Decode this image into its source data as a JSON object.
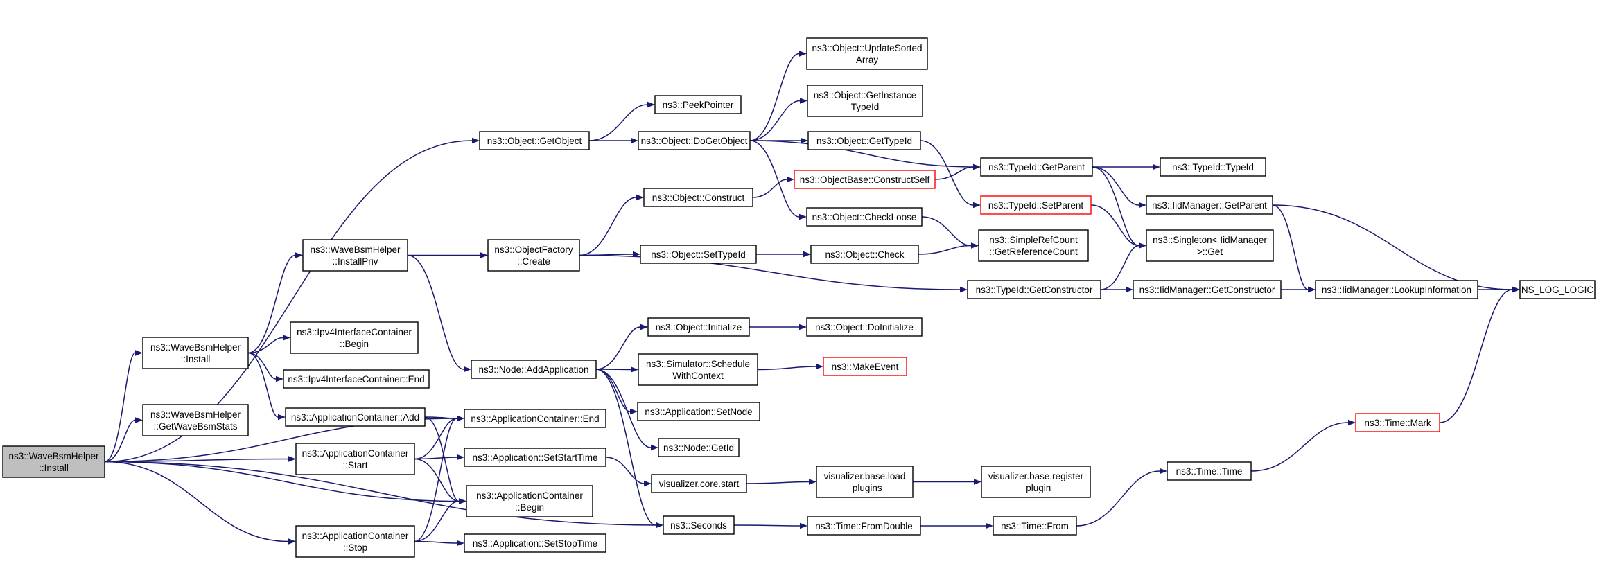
{
  "nodes": [
    {
      "id": "root",
      "lines": [
        "ns3::WaveBsmHelper",
        "::Install"
      ],
      "style": "root"
    },
    {
      "id": "wbh_install",
      "lines": [
        "ns3::WaveBsmHelper",
        "::Install"
      ]
    },
    {
      "id": "wbh_getstats",
      "lines": [
        "ns3::WaveBsmHelper",
        "::GetWaveBsmStats"
      ]
    },
    {
      "id": "ac_start",
      "lines": [
        "ns3::ApplicationContainer",
        "::Start"
      ]
    },
    {
      "id": "ac_stop",
      "lines": [
        "ns3::ApplicationContainer",
        "::Stop"
      ]
    },
    {
      "id": "obj_getobject",
      "lines": [
        "ns3::Object::GetObject"
      ]
    },
    {
      "id": "wbh_installpriv",
      "lines": [
        "ns3::WaveBsmHelper",
        "::InstallPriv"
      ]
    },
    {
      "id": "ipv4_begin",
      "lines": [
        "ns3::Ipv4InterfaceContainer",
        "::Begin"
      ]
    },
    {
      "id": "ipv4_end",
      "lines": [
        "ns3::Ipv4InterfaceContainer::End"
      ]
    },
    {
      "id": "ac_add",
      "lines": [
        "ns3::ApplicationContainer::Add"
      ]
    },
    {
      "id": "ac_end",
      "lines": [
        "ns3::ApplicationContainer::End"
      ]
    },
    {
      "id": "ac_begin",
      "lines": [
        "ns3::ApplicationContainer",
        "::Begin"
      ]
    },
    {
      "id": "app_setstart",
      "lines": [
        "ns3::Application::SetStartTime"
      ]
    },
    {
      "id": "app_setstop",
      "lines": [
        "ns3::Application::SetStopTime"
      ]
    },
    {
      "id": "seconds",
      "lines": [
        "ns3::Seconds"
      ]
    },
    {
      "id": "objfactory_create",
      "lines": [
        "ns3::ObjectFactory",
        "::Create"
      ]
    },
    {
      "id": "node_addapp",
      "lines": [
        "ns3::Node::AddApplication"
      ]
    },
    {
      "id": "peekpointer",
      "lines": [
        "ns3::PeekPointer"
      ]
    },
    {
      "id": "obj_dogetobject",
      "lines": [
        "ns3::Object::DoGetObject"
      ]
    },
    {
      "id": "obj_construct",
      "lines": [
        "ns3::Object::Construct"
      ]
    },
    {
      "id": "obj_settypeid",
      "lines": [
        "ns3::Object::SetTypeId"
      ]
    },
    {
      "id": "obj_initialize",
      "lines": [
        "ns3::Object::Initialize"
      ]
    },
    {
      "id": "sim_schedule",
      "lines": [
        "ns3::Simulator::Schedule",
        "WithContext"
      ]
    },
    {
      "id": "app_setnode",
      "lines": [
        "ns3::Application::SetNode"
      ]
    },
    {
      "id": "node_getid",
      "lines": [
        "ns3::Node::GetId"
      ]
    },
    {
      "id": "viz_start",
      "lines": [
        "visualizer.core.start"
      ]
    },
    {
      "id": "obj_updatesorted",
      "lines": [
        "ns3::Object::UpdateSorted",
        "Array"
      ]
    },
    {
      "id": "obj_getinstance",
      "lines": [
        "ns3::Object::GetInstance",
        "TypeId"
      ]
    },
    {
      "id": "obj_gettypeid",
      "lines": [
        "ns3::Object::GetTypeId"
      ]
    },
    {
      "id": "objbase_constructself",
      "lines": [
        "ns3::ObjectBase::ConstructSelf"
      ],
      "style": "red"
    },
    {
      "id": "obj_checkloose",
      "lines": [
        "ns3::Object::CheckLoose"
      ]
    },
    {
      "id": "obj_check",
      "lines": [
        "ns3::Object::Check"
      ]
    },
    {
      "id": "obj_doinit",
      "lines": [
        "ns3::Object::DoInitialize"
      ]
    },
    {
      "id": "makeevent",
      "lines": [
        "ns3::MakeEvent"
      ],
      "style": "red"
    },
    {
      "id": "viz_load",
      "lines": [
        "visualizer.base.load",
        "_plugins"
      ]
    },
    {
      "id": "time_fromdouble",
      "lines": [
        "ns3::Time::FromDouble"
      ]
    },
    {
      "id": "typeid_getparent",
      "lines": [
        "ns3::TypeId::GetParent"
      ]
    },
    {
      "id": "typeid_setparent",
      "lines": [
        "ns3::TypeId::SetParent"
      ],
      "style": "red"
    },
    {
      "id": "simplerefcount",
      "lines": [
        "ns3::SimpleRefCount",
        "::GetReferenceCount"
      ]
    },
    {
      "id": "typeid_getconstructor",
      "lines": [
        "ns3::TypeId::GetConstructor"
      ]
    },
    {
      "id": "viz_register",
      "lines": [
        "visualizer.base.register",
        "_plugin"
      ]
    },
    {
      "id": "time_from",
      "lines": [
        "ns3::Time::From"
      ]
    },
    {
      "id": "typeid_typeid",
      "lines": [
        "ns3::TypeId::TypeId"
      ]
    },
    {
      "id": "iid_getparent",
      "lines": [
        "ns3::IidManager::GetParent"
      ]
    },
    {
      "id": "singleton_get",
      "lines": [
        "ns3::Singleton< IidManager",
        ">::Get"
      ]
    },
    {
      "id": "iid_getconstructor",
      "lines": [
        "ns3::IidManager::GetConstructor"
      ]
    },
    {
      "id": "time_time",
      "lines": [
        "ns3::Time::Time"
      ]
    },
    {
      "id": "iid_lookup",
      "lines": [
        "ns3::IidManager::LookupInformation"
      ]
    },
    {
      "id": "time_mark",
      "lines": [
        "ns3::Time::Mark"
      ],
      "style": "red"
    },
    {
      "id": "ns_log_logic",
      "lines": [
        "NS_LOG_LOGIC"
      ]
    }
  ],
  "edges": [
    [
      "root",
      "wbh_install"
    ],
    [
      "root",
      "wbh_getstats"
    ],
    [
      "root",
      "ac_start"
    ],
    [
      "root",
      "ac_begin"
    ],
    [
      "root",
      "ac_stop"
    ],
    [
      "root",
      "ac_end"
    ],
    [
      "root",
      "seconds"
    ],
    [
      "root",
      "obj_getobject"
    ],
    [
      "wbh_install",
      "wbh_installpriv"
    ],
    [
      "wbh_install",
      "ipv4_begin"
    ],
    [
      "wbh_install",
      "ipv4_end"
    ],
    [
      "wbh_install",
      "ac_add"
    ],
    [
      "ac_add",
      "ac_end"
    ],
    [
      "ac_add",
      "ac_begin"
    ],
    [
      "ac_start",
      "app_setstart"
    ],
    [
      "ac_start",
      "ac_end"
    ],
    [
      "ac_start",
      "ac_begin"
    ],
    [
      "ac_stop",
      "app_setstop"
    ],
    [
      "ac_stop",
      "ac_end"
    ],
    [
      "ac_stop",
      "ac_begin"
    ],
    [
      "wbh_installpriv",
      "objfactory_create"
    ],
    [
      "wbh_installpriv",
      "node_addapp"
    ],
    [
      "obj_getobject",
      "obj_dogetobject"
    ],
    [
      "obj_getobject",
      "peekpointer"
    ],
    [
      "objfactory_create",
      "obj_construct"
    ],
    [
      "objfactory_create",
      "obj_settypeid"
    ],
    [
      "objfactory_create",
      "typeid_getconstructor"
    ],
    [
      "node_addapp",
      "obj_initialize"
    ],
    [
      "node_addapp",
      "sim_schedule"
    ],
    [
      "node_addapp",
      "app_setnode"
    ],
    [
      "node_addapp",
      "node_getid"
    ],
    [
      "node_addapp",
      "seconds"
    ],
    [
      "app_setstart",
      "viz_start"
    ],
    [
      "seconds",
      "time_fromdouble"
    ],
    [
      "obj_dogetobject",
      "obj_updatesorted"
    ],
    [
      "obj_dogetobject",
      "obj_getinstance"
    ],
    [
      "obj_dogetobject",
      "obj_gettypeid"
    ],
    [
      "obj_dogetobject",
      "typeid_getparent"
    ],
    [
      "obj_dogetobject",
      "obj_checkloose"
    ],
    [
      "obj_construct",
      "objbase_constructself"
    ],
    [
      "obj_settypeid",
      "obj_check"
    ],
    [
      "obj_initialize",
      "obj_doinit"
    ],
    [
      "sim_schedule",
      "makeevent"
    ],
    [
      "viz_start",
      "viz_load"
    ],
    [
      "viz_load",
      "viz_register"
    ],
    [
      "time_fromdouble",
      "time_from"
    ],
    [
      "time_from",
      "time_time"
    ],
    [
      "time_time",
      "time_mark"
    ],
    [
      "time_mark",
      "ns_log_logic"
    ],
    [
      "obj_gettypeid",
      "typeid_setparent"
    ],
    [
      "objbase_constructself",
      "typeid_getparent"
    ],
    [
      "obj_checkloose",
      "simplerefcount"
    ],
    [
      "obj_check",
      "simplerefcount"
    ],
    [
      "typeid_getparent",
      "typeid_typeid"
    ],
    [
      "typeid_getparent",
      "iid_getparent"
    ],
    [
      "typeid_getparent",
      "singleton_get"
    ],
    [
      "typeid_setparent",
      "singleton_get"
    ],
    [
      "typeid_getconstructor",
      "singleton_get"
    ],
    [
      "typeid_getconstructor",
      "iid_getconstructor"
    ],
    [
      "iid_getparent",
      "iid_lookup"
    ],
    [
      "iid_getparent",
      "ns_log_logic"
    ],
    [
      "iid_getconstructor",
      "iid_lookup"
    ],
    [
      "iid_lookup",
      "ns_log_logic"
    ]
  ]
}
